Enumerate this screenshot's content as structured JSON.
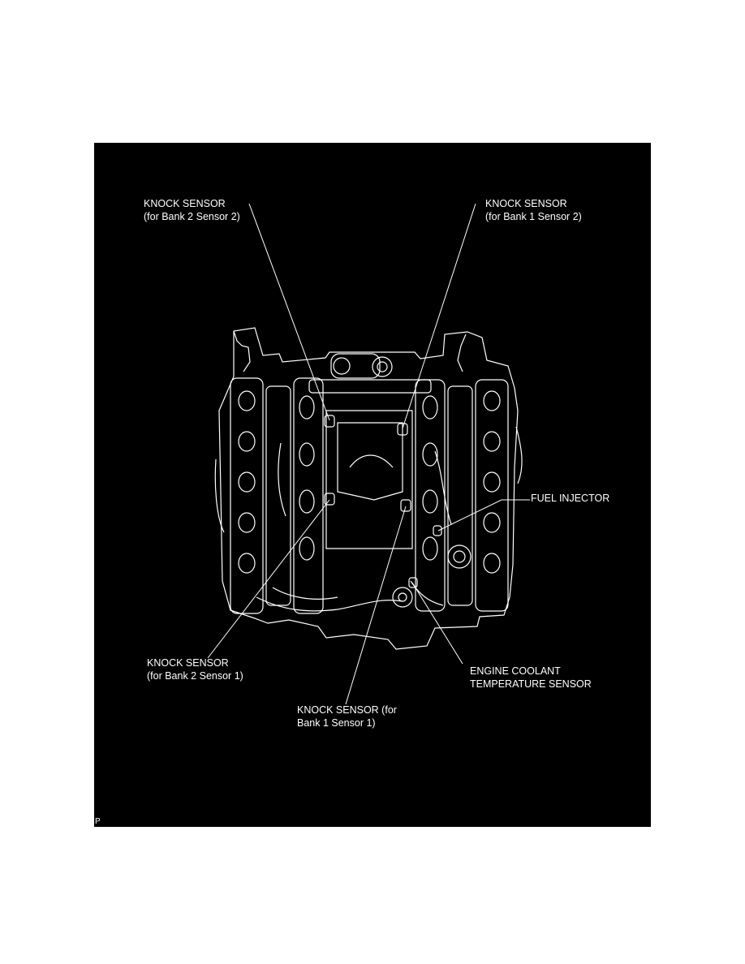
{
  "figure": {
    "background": "#000000",
    "line_color": "#ffffff",
    "figure_code": "P",
    "callouts": [
      {
        "id": "ks-b2s2",
        "lines": [
          "KNOCK SENSOR",
          "(for Bank 2 Sensor 2)"
        ]
      },
      {
        "id": "ks-b1s2",
        "lines": [
          "KNOCK SENSOR",
          "(for Bank 1 Sensor 2)"
        ]
      },
      {
        "id": "fuel-injector",
        "lines": [
          "FUEL INJECTOR"
        ]
      },
      {
        "id": "ks-b2s1",
        "lines": [
          "KNOCK SENSOR",
          "(for Bank 2 Sensor 1)"
        ]
      },
      {
        "id": "ect-sensor",
        "lines": [
          "ENGINE COOLANT",
          "TEMPERATURE SENSOR"
        ]
      },
      {
        "id": "ks-b1s1",
        "lines": [
          "KNOCK SENSOR (for",
          "Bank 1 Sensor 1)"
        ]
      }
    ]
  }
}
